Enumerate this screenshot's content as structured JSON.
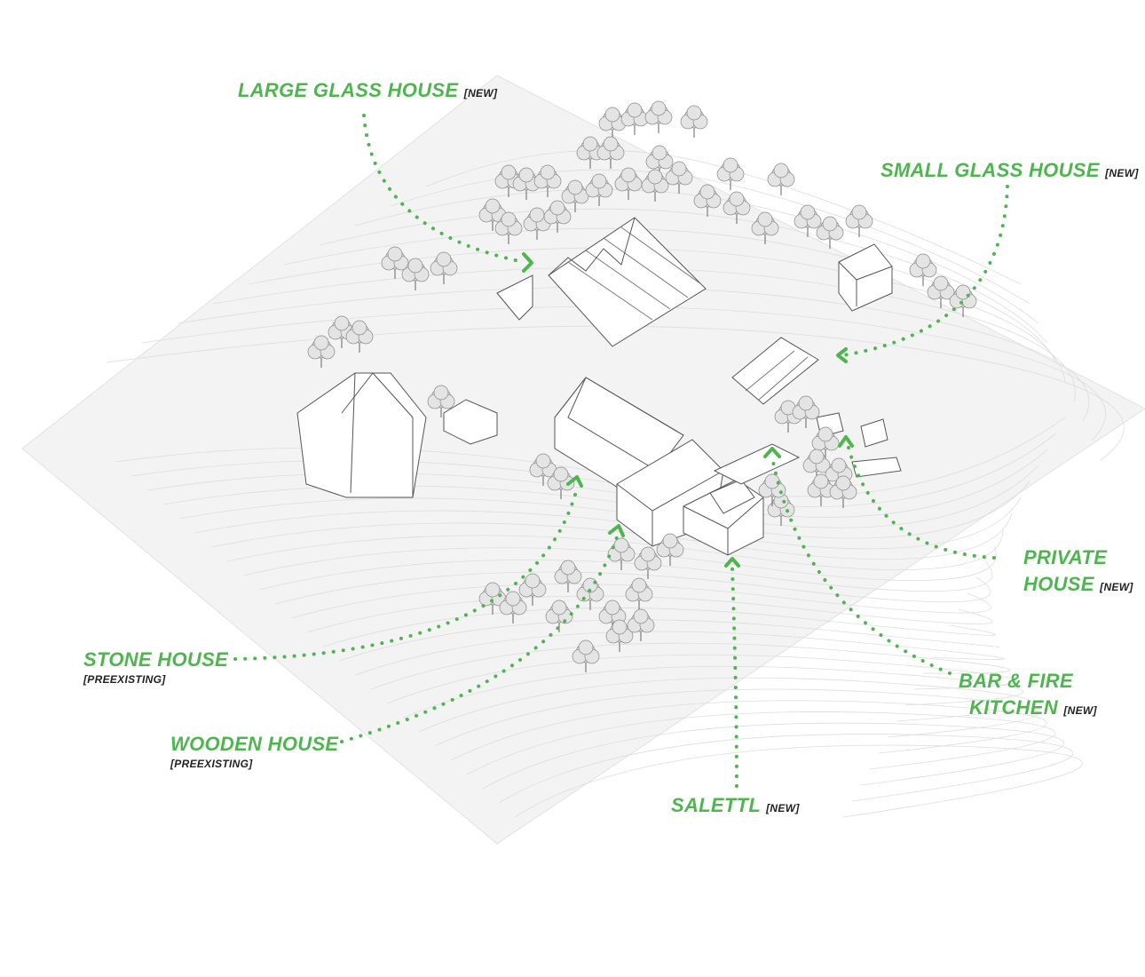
{
  "colors": {
    "accent": "#4fb54f",
    "line": "#555555",
    "terrain": "#f3f3f3",
    "contour": "#dedede"
  },
  "labels": {
    "large_glass": {
      "name": "LARGE GLASS HOUSE",
      "tag": "[NEW]"
    },
    "small_glass": {
      "name": "SMALL GLASS HOUSE",
      "tag": "[NEW]"
    },
    "private": {
      "line1": "PRIVATE",
      "line2": "HOUSE",
      "tag": "[NEW]"
    },
    "bar": {
      "line1": "BAR & FIRE",
      "line2": "KITCHEN",
      "tag": "[NEW]"
    },
    "salettl": {
      "name": "SALETTL",
      "tag": "[NEW]"
    },
    "stone": {
      "name": "STONE HOUSE",
      "tag": "[PREEXISTING]"
    },
    "wooden": {
      "name": "WOODEN HOUSE",
      "tag": "[PREEXISTING]"
    }
  }
}
